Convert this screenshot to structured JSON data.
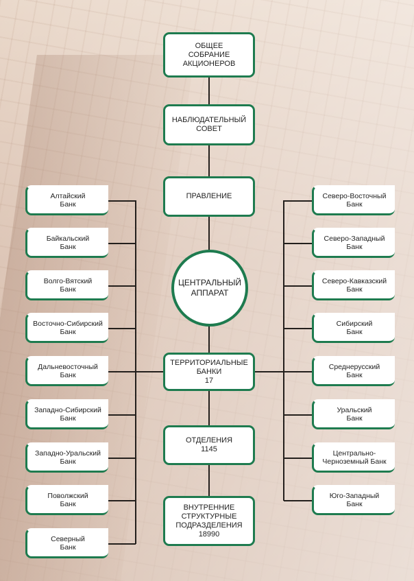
{
  "center": [
    {
      "id": "shareholders",
      "label": "ОБЩЕЕ\nСОБРАНИЕ\nАКЦИОНЕРОВ"
    },
    {
      "id": "supervisory-board",
      "label": "НАБЛЮДАТЕЛЬНЫЙ\nСОВЕТ"
    },
    {
      "id": "board",
      "label": "ПРАВЛЕНИЕ"
    },
    {
      "id": "central-office",
      "label": "ЦЕНТРАЛЬНЫЙ\nАППАРАТ"
    },
    {
      "id": "territorial-banks",
      "label": "ТЕРРИТОРИАЛЬНЫЕ\nБАНКИ\n17"
    },
    {
      "id": "branches",
      "label": "ОТДЕЛЕНИЯ\n1145"
    },
    {
      "id": "internal-units",
      "label": "ВНУТРЕННИЕ\nСТРУКТУРНЫЕ\nПОДРАЗДЕЛЕНИЯ\n18990"
    }
  ],
  "left_banks": [
    "Алтайский\nБанк",
    "Байкальский\nБанк",
    "Волго-Вятский\nБанк",
    "Восточно-Сибирский\nБанк",
    "Дальневосточный\nБанк",
    "Западно-Сибирский\nБанк",
    "Западно-Уральский\nБанк",
    "Поволжский\nБанк",
    "Северный\nБанк"
  ],
  "right_banks": [
    "Северо-Восточный\nБанк",
    "Северо-Западный\nБанк",
    "Северо-Кавказский\nБанк",
    "Сибирский\nБанк",
    "Среднерусский\nБанк",
    "Уральский\nБанк",
    "Центрально-\nЧерноземный Банк",
    "Юго-Западный\nБанк"
  ],
  "colors": {
    "accent": "#1e7b4f",
    "connector": "#231f1c"
  }
}
